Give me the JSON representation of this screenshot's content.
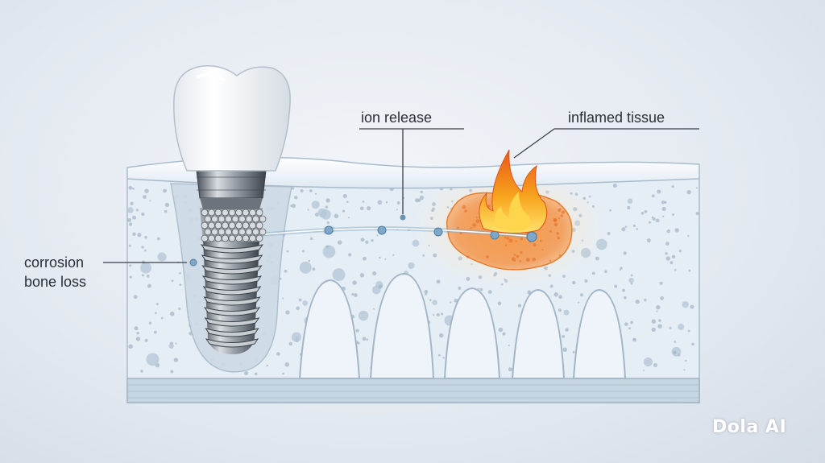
{
  "labels": {
    "ion_release": "ion release",
    "inflamed_tissue": "inflamed tissue",
    "corrosion": "corrosion",
    "bone_loss": "bone loss"
  },
  "watermark": "Dola AI",
  "colors": {
    "bone_fill": "#e6eef5",
    "bone_dots": "#9fb3c6",
    "gum": "#f4f8fc",
    "cortical": "#b9cad9",
    "inflammation": "#f08a3c",
    "flame": "#f5a020",
    "implant_metal": "#8e959c",
    "crown": "#ffffff",
    "ion_particle": "#7fa8c8"
  },
  "icons": [
    "tooth-crown-icon",
    "implant-screw-icon",
    "flame-icon",
    "ion-particle-icon"
  ]
}
